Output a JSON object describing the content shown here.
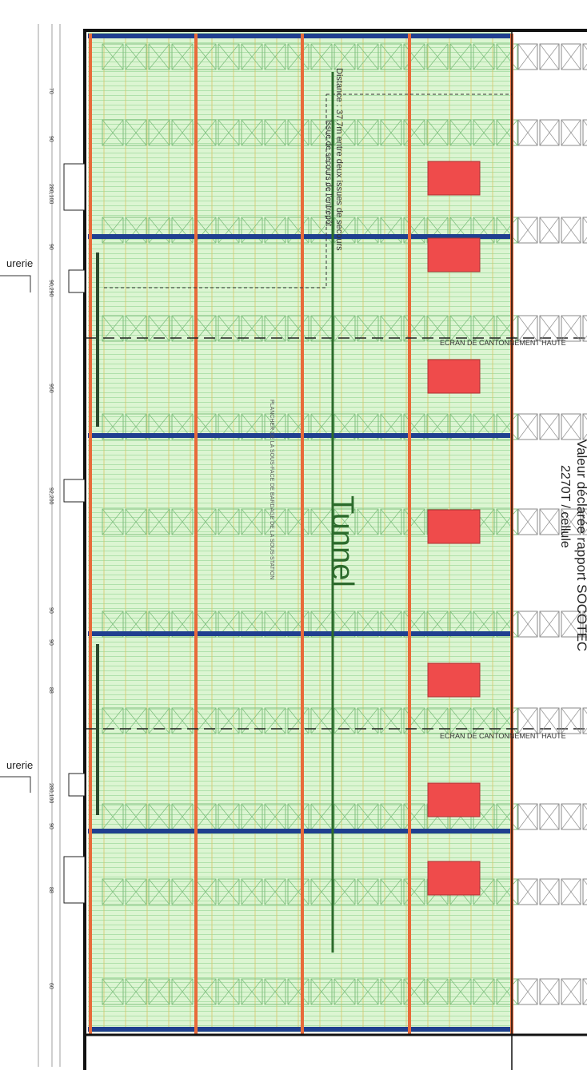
{
  "labels": {
    "tunnel": "Tunnel",
    "distance_note": "Distance : 37.7m entre deux issues de secours",
    "issue_note": "Issue de secours de l'entrepôt",
    "ecran_1": "ECRAN DE CANTONNEMENT HAUTE",
    "ecran_2": "ECRAN DE CANTONNEMENT HAUTE",
    "value_line1": "Valeur déclarée rapport SOCOTEC",
    "value_line2": "2270T / cellule",
    "side_text": "PLANCHER DE LA SOUS-FACE DE BARDAGE DE LA SOUS-STATION",
    "left_label_top": "urerie",
    "left_label_bottom": "urerie"
  },
  "dimensions": [
    "70",
    "90",
    "280,100",
    "90",
    "90,290",
    "950",
    "92,200",
    "90",
    "90",
    "88",
    "280,100",
    "90",
    "88",
    "60"
  ],
  "colors": {
    "floor_fill": "#dcf5d2",
    "rack_lines": "#8ad08a",
    "orange_columns": "#e86a3a",
    "blue_beams": "#1f3f8f",
    "red_blocks": "#ef4b4b",
    "tunnel_line": "#2c6b2c",
    "walls": "#111111"
  }
}
